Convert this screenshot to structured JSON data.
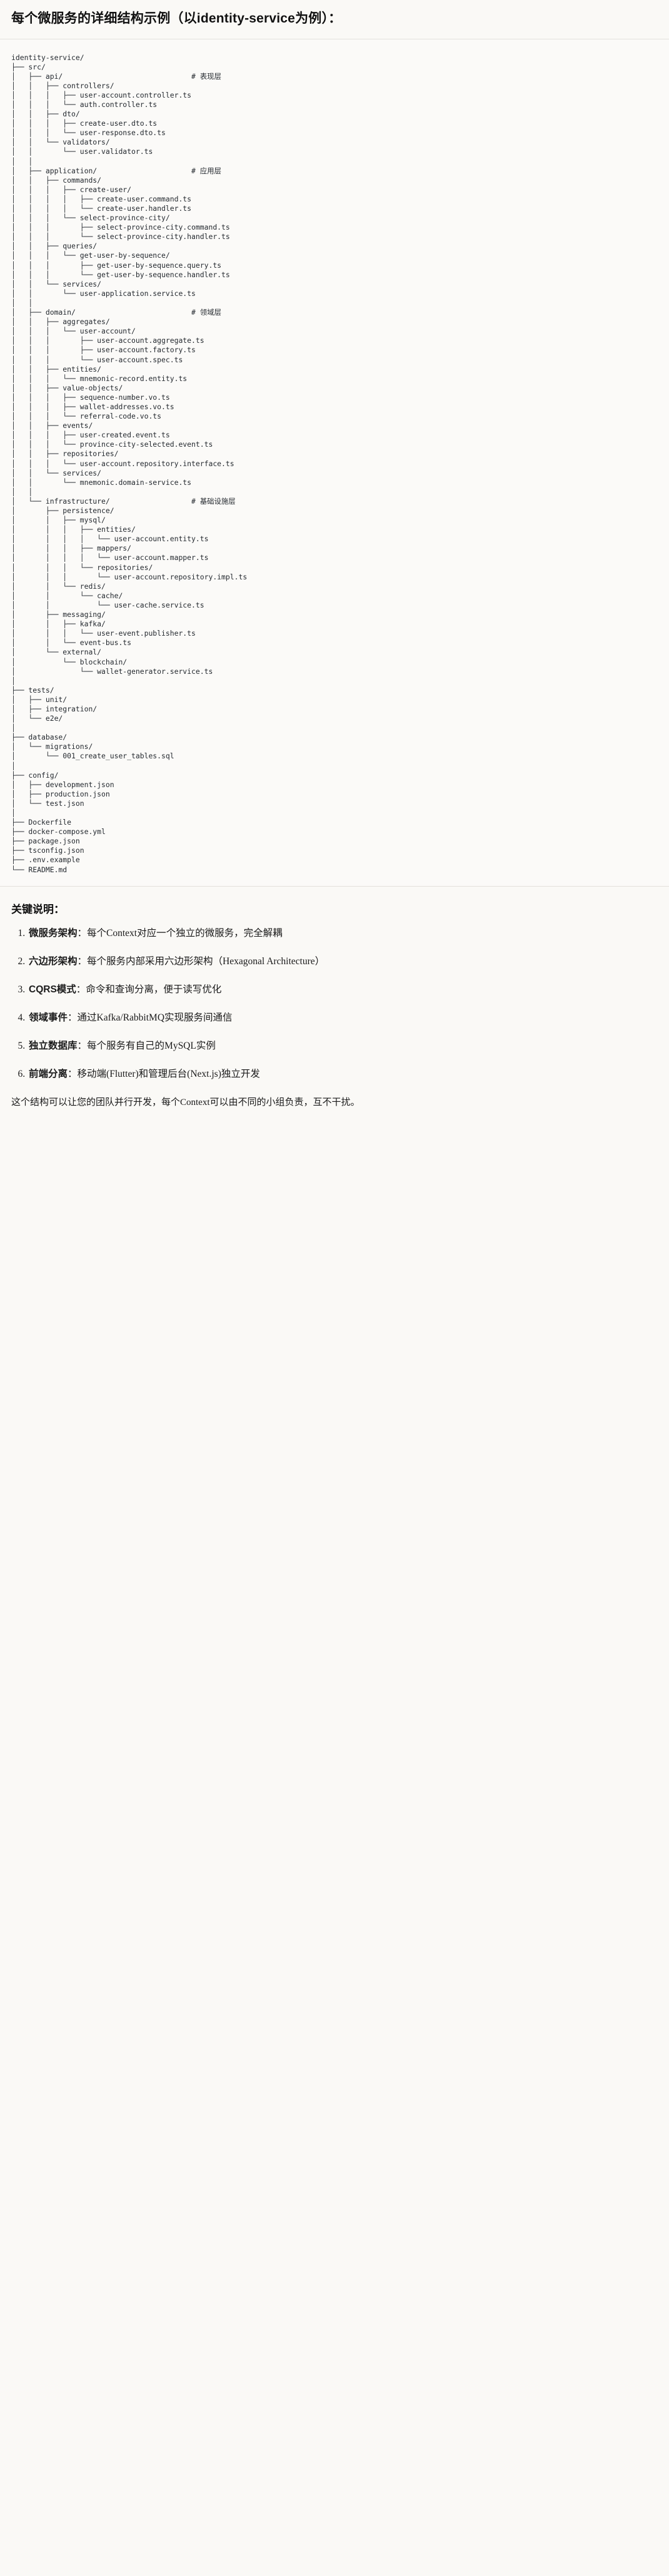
{
  "document": {
    "heading": "每个微服务的详细结构示例（以identity-service为例）：",
    "tree_title": "identity-service/",
    "tree_text": "identity-service/\n├── src/\n│   ├── api/                              # 表现层\n│   │   ├── controllers/\n│   │   │   ├── user-account.controller.ts\n│   │   │   └── auth.controller.ts\n│   │   ├── dto/\n│   │   │   ├── create-user.dto.ts\n│   │   │   └── user-response.dto.ts\n│   │   └── validators/\n│   │       └── user.validator.ts\n│   │\n│   ├── application/                      # 应用层\n│   │   ├── commands/\n│   │   │   ├── create-user/\n│   │   │   │   ├── create-user.command.ts\n│   │   │   │   └── create-user.handler.ts\n│   │   │   └── select-province-city/\n│   │   │       ├── select-province-city.command.ts\n│   │   │       └── select-province-city.handler.ts\n│   │   ├── queries/\n│   │   │   └── get-user-by-sequence/\n│   │   │       ├── get-user-by-sequence.query.ts\n│   │   │       └── get-user-by-sequence.handler.ts\n│   │   └── services/\n│   │       └── user-application.service.ts\n│   │\n│   ├── domain/                           # 领域层\n│   │   ├── aggregates/\n│   │   │   └── user-account/\n│   │   │       ├── user-account.aggregate.ts\n│   │   │       ├── user-account.factory.ts\n│   │   │       └── user-account.spec.ts\n│   │   ├── entities/\n│   │   │   └── mnemonic-record.entity.ts\n│   │   ├── value-objects/\n│   │   │   ├── sequence-number.vo.ts\n│   │   │   ├── wallet-addresses.vo.ts\n│   │   │   └── referral-code.vo.ts\n│   │   ├── events/\n│   │   │   ├── user-created.event.ts\n│   │   │   └── province-city-selected.event.ts\n│   │   ├── repositories/\n│   │   │   └── user-account.repository.interface.ts\n│   │   └── services/\n│   │       └── mnemonic.domain-service.ts\n│   │\n│   └── infrastructure/                   # 基础设施层\n│       ├── persistence/\n│       │   ├── mysql/\n│       │   │   ├── entities/\n│       │   │   │   └── user-account.entity.ts\n│       │   │   ├── mappers/\n│       │   │   │   └── user-account.mapper.ts\n│       │   │   └── repositories/\n│       │   │       └── user-account.repository.impl.ts\n│       │   └── redis/\n│       │       └── cache/\n│       │           └── user-cache.service.ts\n│       ├── messaging/\n│       │   ├── kafka/\n│       │   │   └── user-event.publisher.ts\n│       │   └── event-bus.ts\n│       └── external/\n│           └── blockchain/\n│               └── wallet-generator.service.ts\n│\n├── tests/\n│   ├── unit/\n│   ├── integration/\n│   └── e2e/\n│\n├── database/\n│   └── migrations/\n│       └── 001_create_user_tables.sql\n│\n├── config/\n│   ├── development.json\n│   ├── production.json\n│   └── test.json\n│\n├── Dockerfile\n├── docker-compose.yml\n├── package.json\n├── tsconfig.json\n├── .env.example\n└── README.md",
    "layer_comments": [
      {
        "path": "api/",
        "comment": "# 表现层"
      },
      {
        "path": "application/",
        "comment": "# 应用层"
      },
      {
        "path": "domain/",
        "comment": "# 领域层"
      },
      {
        "path": "infrastructure/",
        "comment": "# 基础设施层"
      }
    ],
    "notes_title": "关键说明：",
    "notes": [
      {
        "index": "1.",
        "term": "微服务架构",
        "separator": "：",
        "desc": "每个Context对应一个独立的微服务，完全解耦"
      },
      {
        "index": "2.",
        "term": "六边形架构",
        "separator": "：",
        "desc": "每个服务内部采用六边形架构（Hexagonal Architecture）"
      },
      {
        "index": "3.",
        "term": "CQRS模式",
        "separator": "：",
        "desc": "命令和查询分离，便于读写优化"
      },
      {
        "index": "4.",
        "term": "领域事件",
        "separator": "：",
        "desc": "通过Kafka/RabbitMQ实现服务间通信"
      },
      {
        "index": "5.",
        "term": "独立数据库",
        "separator": "：",
        "desc": "每个服务有自己的MySQL实例"
      },
      {
        "index": "6.",
        "term": "前端分离",
        "separator": "：",
        "desc": "移动端(Flutter)和管理后台(Next.js)独立开发"
      }
    ],
    "footer": "这个结构可以让您的团队并行开发，每个Context可以由不同的小组负责，互不干扰。"
  },
  "colors": {
    "page_background": "#faf9f6",
    "code_background": "#fbfaf8",
    "text": "#1a1a1a",
    "code_text": "#24292f",
    "rule": "#e3e1dc"
  }
}
